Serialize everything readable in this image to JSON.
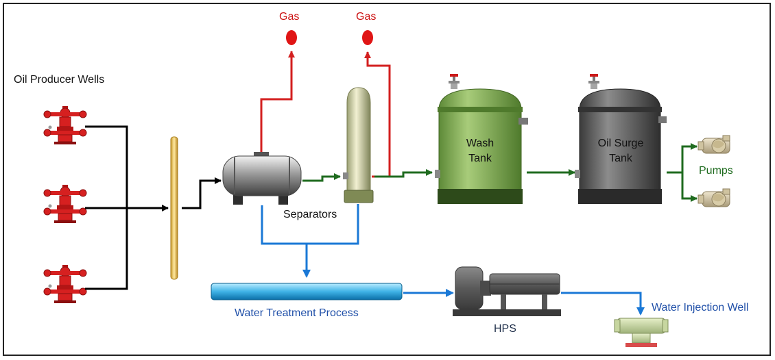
{
  "labels": {
    "gas_1": "Gas",
    "gas_2": "Gas",
    "oil_producer_wells": "Oil Producer Wells",
    "separators": "Separators",
    "wash_tank_line1": "Wash",
    "wash_tank_line2": "Tank",
    "oil_surge_tank_line1": "Oil Surge",
    "oil_surge_tank_line2": "Tank",
    "pumps": "Pumps",
    "water_treatment_process": "Water Treatment Process",
    "hps": "HPS",
    "water_injection_well": "Water Injection Well"
  },
  "colors": {
    "gas_line": "#d31f1f",
    "oil_line": "#1f6b1f",
    "water_line": "#1a78d6",
    "feed_line": "#000000",
    "wash_tank": "#7fa84a",
    "surge_tank": "#4d4d4d",
    "wellhead": "#d62020"
  },
  "icons": [
    "wellhead-icon",
    "manifold-icon",
    "separator-icon",
    "vertical-separator-icon",
    "wash-tank-icon",
    "oil-surge-tank-icon",
    "pump-icon",
    "water-treatment-pipe-icon",
    "hps-pump-icon",
    "injection-wellhead-icon",
    "gas-flare-icon"
  ]
}
